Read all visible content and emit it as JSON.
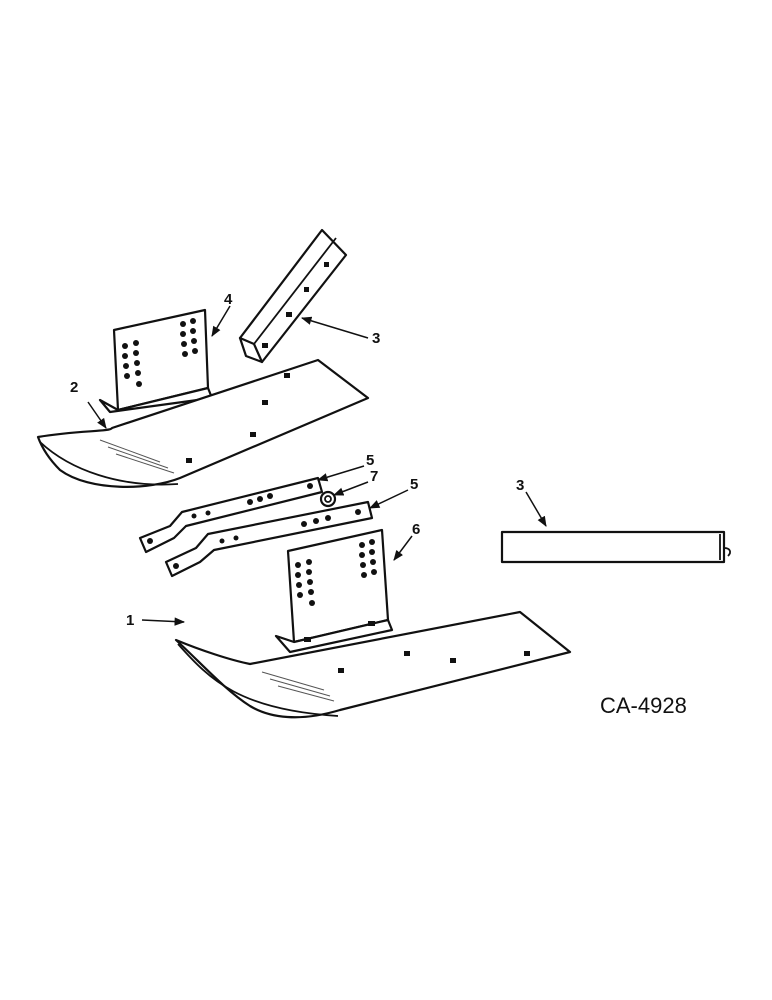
{
  "figure_code": "CA-4928",
  "callouts": {
    "c1": "1",
    "c2": "2",
    "c3a": "3",
    "c3b": "3",
    "c4": "4",
    "c5a": "5",
    "c5b": "5",
    "c6": "6",
    "c7": "7"
  },
  "colors": {
    "ink": "#111111",
    "paper": "#ffffff"
  }
}
